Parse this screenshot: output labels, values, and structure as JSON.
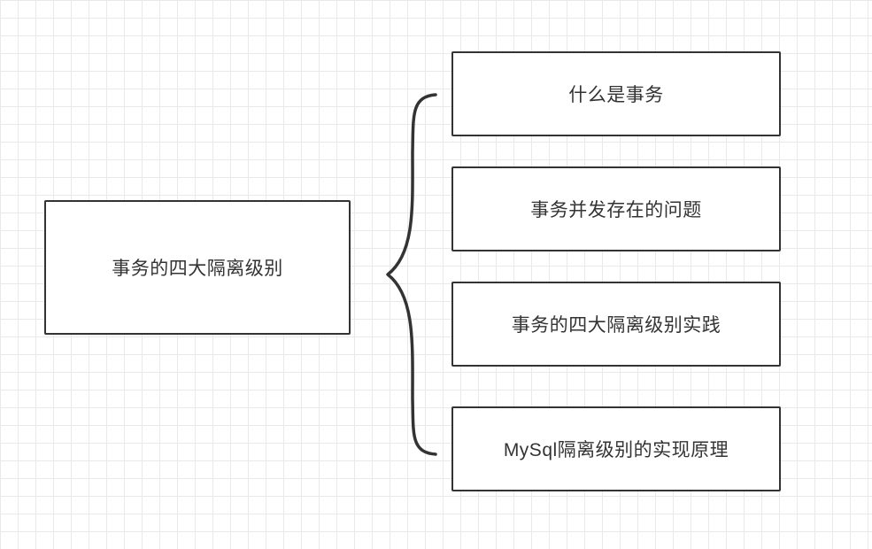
{
  "diagram": {
    "root": {
      "label": "事务的四大隔离级别"
    },
    "branches": [
      {
        "label": "什么是事务"
      },
      {
        "label": "事务并发存在的问题"
      },
      {
        "label": "事务的四大隔离级别实践"
      },
      {
        "label": "MySql隔离级别的实现原理"
      }
    ],
    "stroke_color": "#333333"
  }
}
